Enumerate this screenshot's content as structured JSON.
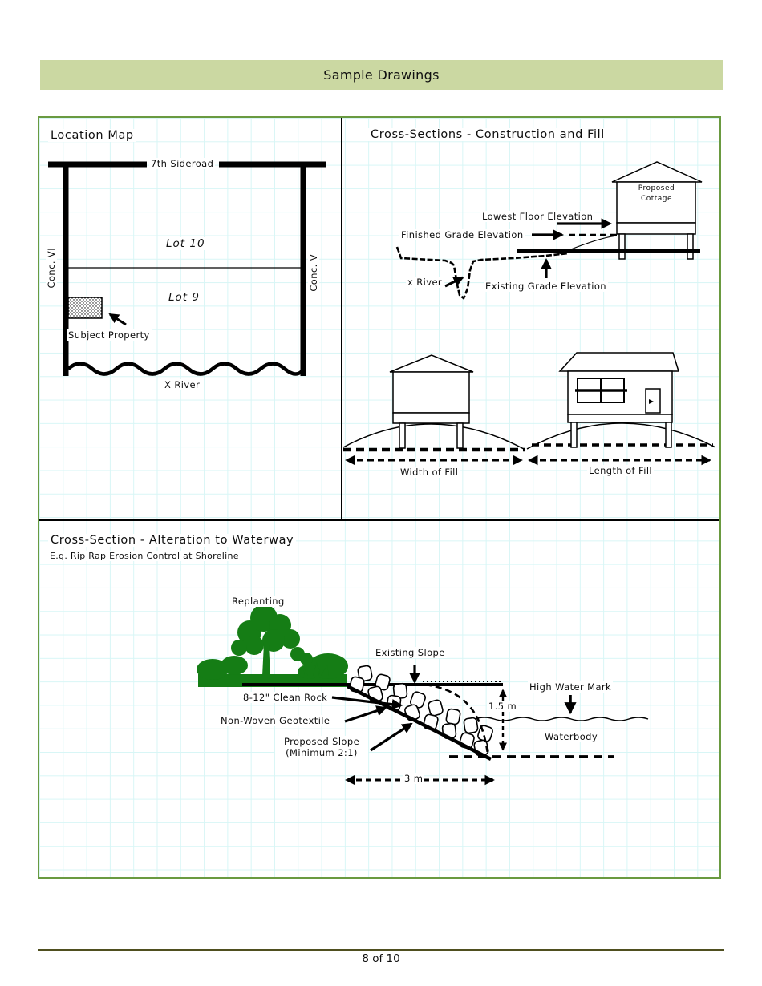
{
  "page": {
    "title": "Sample Drawings",
    "footer": "8 of 10"
  },
  "colors": {
    "banner_bg": "#cbd8a2",
    "panel_border": "#6a9a40",
    "grid_line": "#d8f6f6",
    "vegetation_green": "#157d15",
    "footer_line": "#4f4f1f",
    "ink": "#000000"
  },
  "location_map": {
    "title": "Location Map",
    "road_label": "7th Sideroad",
    "lot10": "Lot 10",
    "lot9": "Lot 9",
    "conc_left": "Conc. VI",
    "conc_right": "Conc. V",
    "subject_property": "Subject Property",
    "river": "X River"
  },
  "cross_sections_fill": {
    "title": "Cross-Sections - Construction and Fill",
    "cottage_line1": "Proposed",
    "cottage_line2": "Cottage",
    "lowest_floor": "Lowest Floor Elevation",
    "finished_grade": "Finished Grade Elevation",
    "river": "x River",
    "existing_grade": "Existing Grade Elevation",
    "width_of_fill": "Width of Fill",
    "length_of_fill": "Length of Fill"
  },
  "waterway": {
    "title": "Cross-Section - Alteration to Waterway",
    "subtitle": "E.g. Rip Rap Erosion Control at Shoreline",
    "replanting": "Replanting",
    "existing_slope": "Existing Slope",
    "clean_rock": "8-12\" Clean Rock",
    "geotextile": "Non-Woven Geotextile",
    "proposed_slope_1": "Proposed Slope",
    "proposed_slope_2": "(Minimum 2:1)",
    "height_dim": "1.5 m",
    "high_water_mark": "High Water Mark",
    "waterbody": "Waterbody",
    "width_dim": "3 m"
  }
}
